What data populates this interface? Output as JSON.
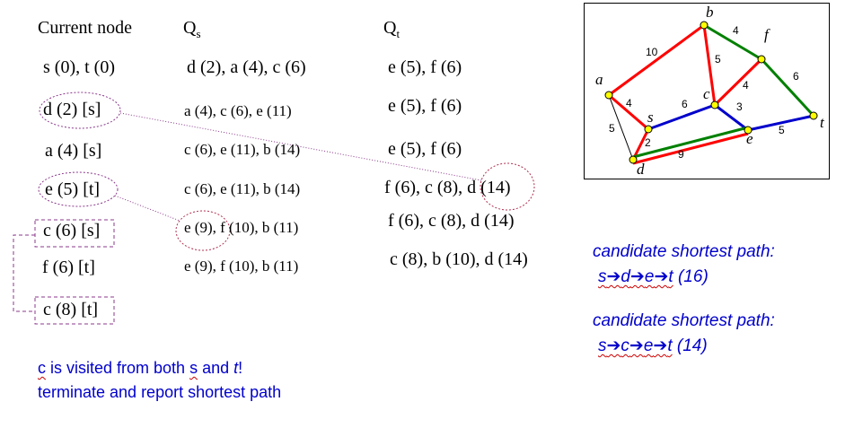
{
  "table": {
    "headers": {
      "current": "Current node",
      "qs": "Q",
      "qs_sub": "s",
      "qt": "Q",
      "qt_sub": "t"
    },
    "rows": [
      {
        "current": "s (0), t (0)",
        "qs": "d (2), a (4), c (6)",
        "qt": "e (5), f (6)"
      },
      {
        "current": "d (2) [s]",
        "qs": "a (4), c (6), e (11)",
        "qt": "e (5), f (6)"
      },
      {
        "current": "a (4) [s]",
        "qs": "c (6), e (11), b (14)",
        "qt": "e (5), f (6)"
      },
      {
        "current": "e (5) [t]",
        "qs": "c (6), e (11), b (14)",
        "qt": "f (6), c (8), d (14)"
      },
      {
        "current": "c (6) [s]",
        "qs": "e (9), f (10), b (11)",
        "qt": "f (6), c (8), d (14)"
      },
      {
        "current": "f (6) [t]",
        "qs": "e (9), f (10), b (11)",
        "qt": "c (8), b (10), d (14)"
      },
      {
        "current": "c (8) [t]",
        "qs": "",
        "qt": ""
      }
    ]
  },
  "note": {
    "line1_c": "c",
    "line1_mid": " is visited from both ",
    "line1_s": "s",
    "line1_and": " and ",
    "line1_t": "t",
    "line1_end": "!",
    "line2": "terminate and report shortest path"
  },
  "candidates": [
    {
      "title": "candidate shortest path:",
      "path": [
        "s",
        "d",
        "e",
        "t"
      ],
      "cost": "(16)"
    },
    {
      "title": "candidate shortest path:",
      "path": [
        "s",
        "c",
        "e",
        "t"
      ],
      "cost": "(14)"
    }
  ],
  "graph": {
    "nodes": [
      {
        "id": "a",
        "label": "a"
      },
      {
        "id": "b",
        "label": "b"
      },
      {
        "id": "f",
        "label": "f"
      },
      {
        "id": "s",
        "label": "s"
      },
      {
        "id": "c",
        "label": "c"
      },
      {
        "id": "e",
        "label": "e"
      },
      {
        "id": "d",
        "label": "d"
      },
      {
        "id": "t",
        "label": "t"
      }
    ],
    "edges": [
      {
        "from": "a",
        "to": "b",
        "weight": "10",
        "color": "red"
      },
      {
        "from": "b",
        "to": "f",
        "weight": "4",
        "color": "green"
      },
      {
        "from": "b",
        "to": "c",
        "weight": "5",
        "color": "red"
      },
      {
        "from": "f",
        "to": "t",
        "weight": "6",
        "color": "green"
      },
      {
        "from": "c",
        "to": "f",
        "weight": "4",
        "color": "red"
      },
      {
        "from": "a",
        "to": "s",
        "weight": "4",
        "color": "red"
      },
      {
        "from": "a",
        "to": "d",
        "weight": "5",
        "color": "black"
      },
      {
        "from": "s",
        "to": "c",
        "weight": "6",
        "color": "blue"
      },
      {
        "from": "c",
        "to": "e",
        "weight": "3",
        "color": "blue"
      },
      {
        "from": "s",
        "to": "d",
        "weight": "2",
        "color": "red"
      },
      {
        "from": "d",
        "to": "e",
        "weight": "9",
        "color": "green"
      },
      {
        "from": "e",
        "to": "t",
        "weight": "5",
        "color": "blue"
      }
    ],
    "colors": {
      "red": "#ff0000",
      "green": "#008000",
      "blue": "#0000cc",
      "black": "#000000",
      "node": "#ffff00"
    }
  }
}
